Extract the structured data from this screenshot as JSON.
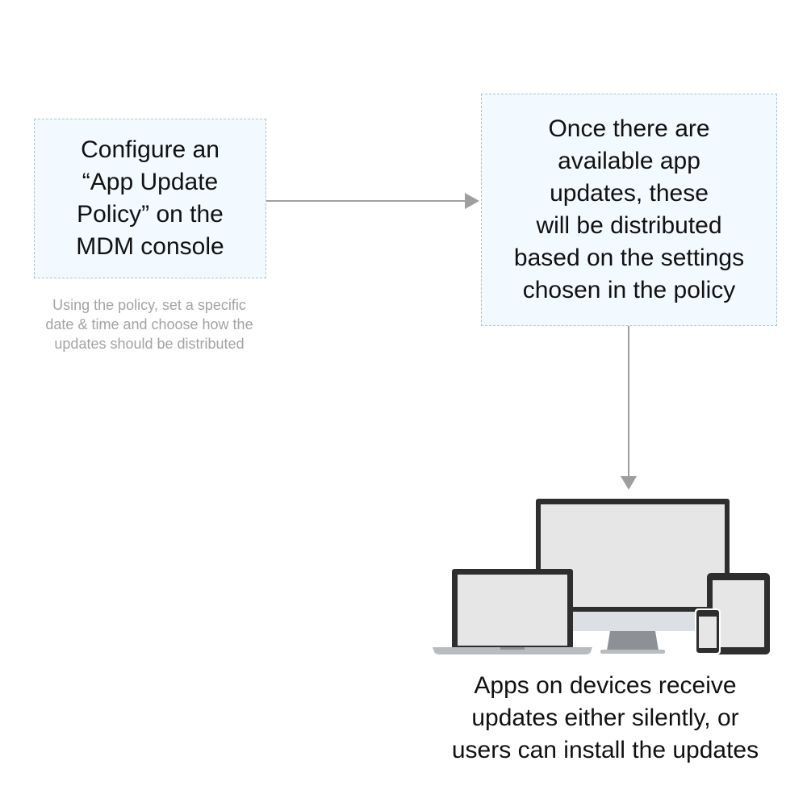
{
  "steps": {
    "configure": {
      "text": "Configure an\n“App Update\nPolicy” on the\nMDM console",
      "note": "Using the policy, set a specific\ndate & time and choose how the\nupdates should be distributed"
    },
    "distribute": {
      "text": "Once there are\navailable app\nupdates, these\nwill be distributed\nbased on the settings\nchosen in the policy"
    },
    "receive": {
      "text": "Apps on devices receive\nupdates either silently, or\nusers can install the updates"
    }
  },
  "illustration": {
    "icon": "devices-icon",
    "devices": [
      "laptop",
      "desktop-monitor",
      "tablet",
      "phone"
    ]
  },
  "colors": {
    "box_fill": "#f2f9ff",
    "box_border": "#a9c6cf",
    "arrow": "#9e9e9e",
    "note_text": "#a3a3a3",
    "device_frame": "#2e2e2e",
    "device_screen": "#e6e6e6"
  }
}
